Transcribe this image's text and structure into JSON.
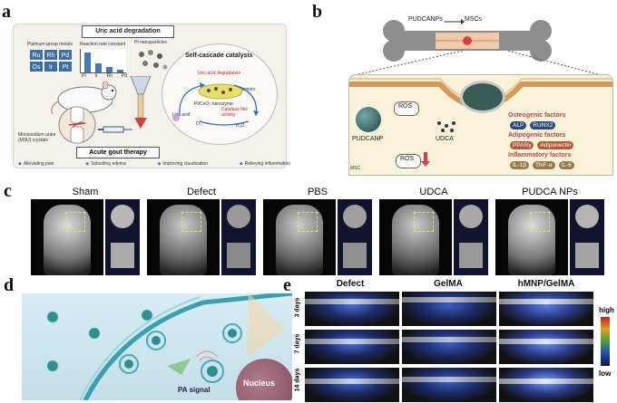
{
  "panels": {
    "a": {
      "letter": "a",
      "header": "Uric acid degradation",
      "pgm_label": "Platinum-group metals",
      "rate_label": "Reaction rate constant",
      "pt_np_label": "Pt nanoparticles",
      "metals": [
        "Ru",
        "Rh",
        "Pd",
        "Os",
        "Ir",
        "Pt"
      ],
      "bar_labels": [
        "Pt",
        "Ir",
        "Rh",
        "Pd"
      ],
      "cascade_title": "Self-cascade catalysis",
      "uric_acid_deg": "Uric acid degradation",
      "catalase_like": "Catalase-like activity",
      "nanozyme": "Pt/CeO₂ nanozyme",
      "allantoin": "Allantoin",
      "uric_acid": "Uric acid",
      "o2": "O₂",
      "h2o": "H₂O",
      "msu_label": "Monosodium urate (MSU) crystals",
      "gout_label": "Acute gout therapy",
      "outcomes": [
        "Alleviating pain",
        "Subsiding edema",
        "Improving claudication",
        "Relieving inflammation"
      ]
    },
    "b": {
      "letter": "b",
      "pudca_nps": "PUDCANPs",
      "mscs": "MSCs",
      "ros1": "ROS",
      "ros2": "ROS",
      "pudcanp": "PUDCANP",
      "udca": "UDCA",
      "msc": "MSC",
      "osteogenic": "Osteogenic factors",
      "alp": "ALP",
      "runx2": "RUNX2",
      "adipogenic": "Adipogenic factors",
      "pparg": "PPARγ",
      "adiponectin": "Adiponectin",
      "inflammatory": "Inflammatory factors",
      "il1b": "IL-1β",
      "tnfa": "TNF-α",
      "il6": "IL-6"
    },
    "c": {
      "letter": "c",
      "groups": [
        "Sham",
        "Defect",
        "PBS",
        "UDCA",
        "PUDCA NPs"
      ]
    },
    "d": {
      "letter": "d",
      "pa_signal": "PA signal",
      "nucleus": "Nucleus"
    },
    "e": {
      "letter": "e",
      "columns": [
        "Defect",
        "GelMA",
        "hMNP/GelMA"
      ],
      "rows": [
        "3 days",
        "7 days",
        "14 days"
      ],
      "scale_high": "high",
      "scale_low": "low"
    }
  },
  "colors": {
    "panel_a_bg": "#f4f1ea",
    "panel_b_cell": "#f8f3d8",
    "panel_d_bg": "#cfe6ee",
    "dashed_box": "#e8e066",
    "nanoparticle": "#2d8f8f"
  }
}
